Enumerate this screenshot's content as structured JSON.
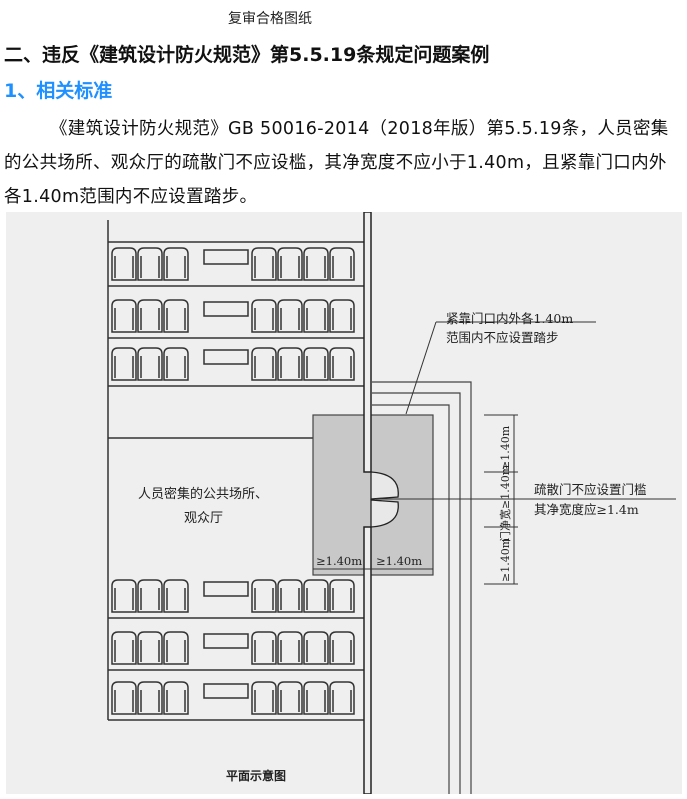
{
  "stamp": "复审合格图纸",
  "heading": "二、违反《建筑设计防火规范》第5.5.19条规定问题案例",
  "subheading": "1、相关标准",
  "paragraph": "《建筑设计防火规范》GB 50016-2014（2018年版）第5.5.19条，人员密集的公共场所、观众厅的疏散门不应设槛，其净宽度不应小于1.40m，且紧靠门口内外各1.40m范围内不应设置踏步。",
  "figure": {
    "note_top_line1": "紧靠门口内外各1.40m",
    "note_top_line2": "范围内不应设置踏步",
    "note_right_line1": "疏散门不应设置门槛",
    "note_right_line2": "其净宽度应≥1.4m",
    "room_label_line1": "人员密集的公共场所、",
    "room_label_line2": "观众厅",
    "dim_left": "≥1.40m",
    "dim_right": "≥1.40m",
    "dim_v_top": "≥1.40m",
    "dim_v_mid": "门净宽≥1.40m",
    "dim_v_bottom": "≥1.40m",
    "caption": "平面示意图"
  }
}
